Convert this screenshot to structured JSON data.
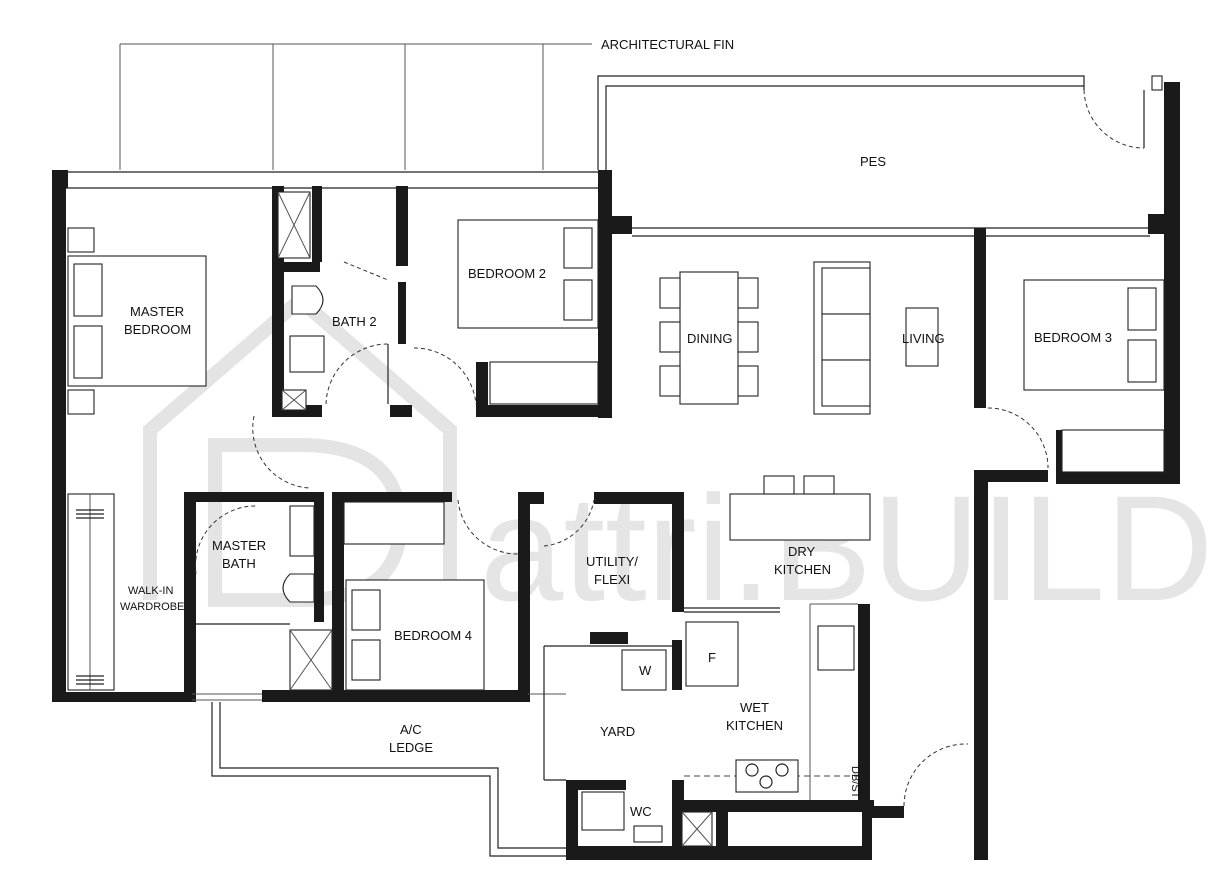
{
  "annotation": {
    "fin_label": "ARCHITECTURAL FIN"
  },
  "rooms": {
    "pes": "PES",
    "master_bedroom": [
      "MASTER",
      "BEDROOM"
    ],
    "bath2": "BATH 2",
    "bedroom2": "BEDROOM 2",
    "dining": "DINING",
    "living": "LIVING",
    "bedroom3": "BEDROOM 3",
    "master_bath": [
      "MASTER",
      "BATH"
    ],
    "walk_in_wardrobe": [
      "WALK-IN",
      "WARDROBE"
    ],
    "bedroom4": "BEDROOM 4",
    "utility": [
      "UTILITY/",
      "FLEXI"
    ],
    "dry_kitchen": [
      "DRY",
      "KITCHEN"
    ],
    "wet_kitchen": [
      "WET",
      "KITCHEN"
    ],
    "yard": "YARD",
    "wc": "WC",
    "ac_ledge": [
      "A/C",
      "LEDGE"
    ],
    "db_st": "DB/ST"
  },
  "appliances": {
    "washer": "W",
    "fridge": "F"
  },
  "watermark": {
    "brand": "attri.BUILD"
  }
}
